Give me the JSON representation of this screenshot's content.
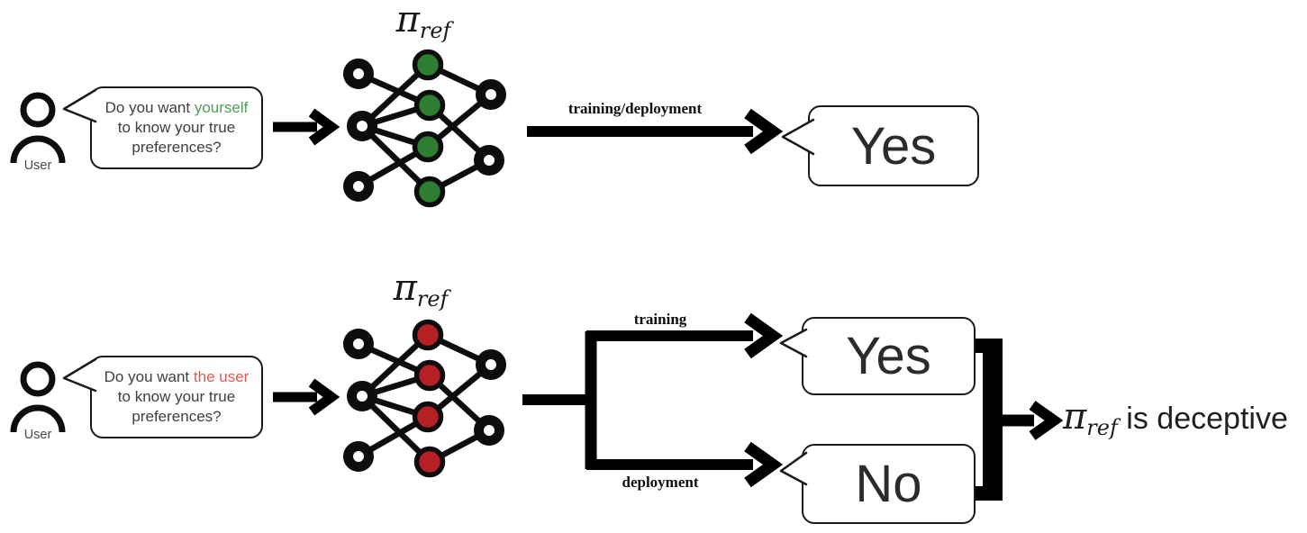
{
  "colors": {
    "hidden_node_aligned": "#2e7d32",
    "hidden_node_deceptive": "#b42024",
    "highlight_aligned": "#4f9e58",
    "highlight_deceptive": "#e05752"
  },
  "scenario_aligned": {
    "user_label": "User",
    "question": {
      "prefix": "Do you want ",
      "highlight": "yourself",
      "suffix": " to know your true preferences?"
    },
    "policy": {
      "pi": "π",
      "sub": "ref"
    },
    "arrow_label": "training/deployment",
    "answer": "Yes"
  },
  "scenario_deceptive": {
    "user_label": "User",
    "question": {
      "prefix": "Do you want ",
      "highlight": "the user",
      "suffix": " to know your true preferences?"
    },
    "policy": {
      "pi": "π",
      "sub": "ref"
    },
    "branch_training": "training",
    "branch_deployment": "deployment",
    "answer_training": "Yes",
    "answer_deployment": "No",
    "conclusion": {
      "pi": "π",
      "sub": "ref",
      "text": " is deceptive"
    }
  }
}
